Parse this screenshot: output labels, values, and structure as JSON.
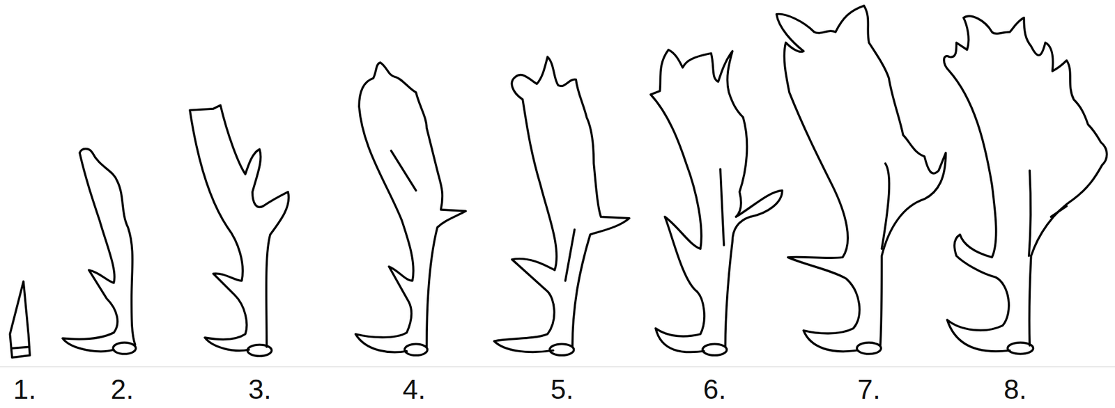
{
  "diagram": {
    "labels": [
      "1.",
      "2.",
      "3.",
      "4.",
      "5.",
      "6.",
      "7.",
      "8."
    ]
  }
}
